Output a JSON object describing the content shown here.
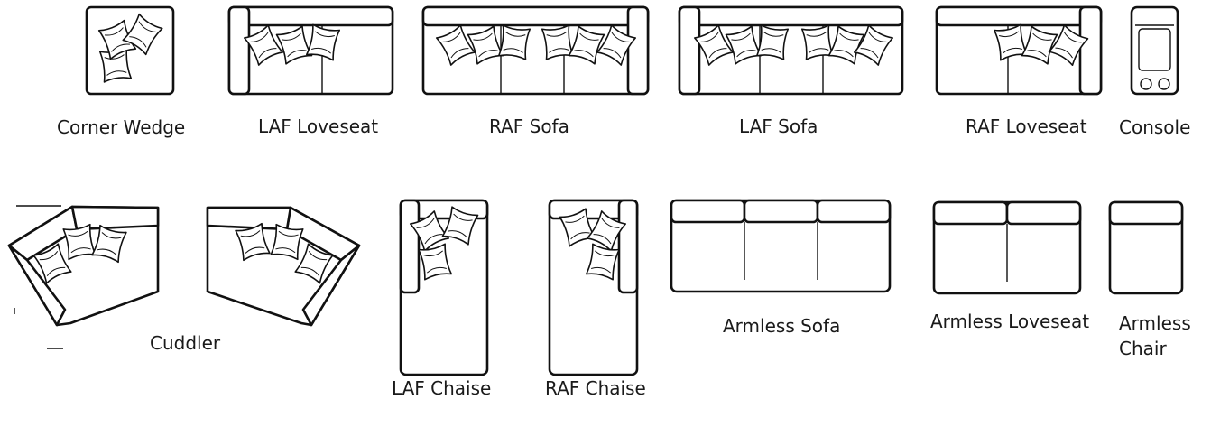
{
  "pieces": [
    {
      "id": "corner-wedge",
      "label": "Corner Wedge"
    },
    {
      "id": "laf-loveseat",
      "label": "LAF Loveseat"
    },
    {
      "id": "raf-sofa",
      "label": "RAF Sofa"
    },
    {
      "id": "laf-sofa",
      "label": "LAF Sofa"
    },
    {
      "id": "raf-loveseat",
      "label": "RAF Loveseat"
    },
    {
      "id": "console",
      "label": "Console"
    },
    {
      "id": "cuddler",
      "label": "Cuddler"
    },
    {
      "id": "laf-chaise",
      "label": "LAF Chaise"
    },
    {
      "id": "raf-chaise",
      "label": "RAF Chaise"
    },
    {
      "id": "armless-sofa",
      "label": "Armless Sofa"
    },
    {
      "id": "armless-loveseat",
      "label": "Armless Loveseat"
    },
    {
      "id": "armless-chair",
      "label_line1": "Armless",
      "label_line2": "Chair"
    }
  ]
}
